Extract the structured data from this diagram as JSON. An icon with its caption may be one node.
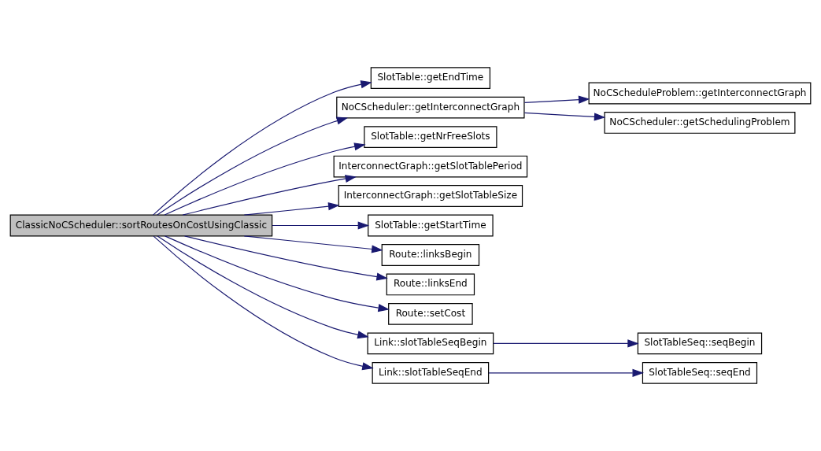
{
  "diagram": {
    "nodes": [
      {
        "text": [
          "ClassicNoCScheduler::sortRoutesOnCostUsingClassic"
        ]
      },
      {
        "text": [
          "SlotTable::getEndTime"
        ]
      },
      {
        "text": [
          "NoCScheduler::getInterconnectGraph"
        ]
      },
      {
        "text": [
          "SlotTable::getNrFreeSlots"
        ]
      },
      {
        "text": [
          "InterconnectGraph::getSlotTablePeriod"
        ]
      },
      {
        "text": [
          "InterconnectGraph::getSlotTableSize"
        ]
      },
      {
        "text": [
          "SlotTable::getStartTime"
        ]
      },
      {
        "text": [
          "Route::linksBegin"
        ]
      },
      {
        "text": [
          "Route::linksEnd"
        ]
      },
      {
        "text": [
          "Route::setCost"
        ]
      },
      {
        "text": [
          "Link::slotTableSeqBegin"
        ]
      },
      {
        "text": [
          "Link::slotTableSeqEnd"
        ]
      },
      {
        "text": [
          "NoCScheduleProblem::getInterconnectGraph"
        ]
      },
      {
        "text": [
          "NoCScheduler::getSchedulingProblem"
        ]
      },
      {
        "text": [
          "SlotTableSeq::seqBegin"
        ]
      },
      {
        "text": [
          "SlotTableSeq::seqEnd"
        ]
      }
    ],
    "edges": [
      {
        "from": 0,
        "to": 1,
        "arrow": "to"
      },
      {
        "from": 0,
        "to": 2,
        "arrow": "to"
      },
      {
        "from": 0,
        "to": 3,
        "arrow": "to"
      },
      {
        "from": 0,
        "to": 4,
        "arrow": "to"
      },
      {
        "from": 0,
        "to": 5,
        "arrow": "to"
      },
      {
        "from": 0,
        "to": 6,
        "arrow": "to"
      },
      {
        "from": 0,
        "to": 7,
        "arrow": "to"
      },
      {
        "from": 0,
        "to": 8,
        "arrow": "to"
      },
      {
        "from": 0,
        "to": 9,
        "arrow": "to"
      },
      {
        "from": 0,
        "to": 10,
        "arrow": "to"
      },
      {
        "from": 0,
        "to": 11,
        "arrow": "to"
      },
      {
        "from": 2,
        "to": 12,
        "arrow": "to"
      },
      {
        "from": 2,
        "to": 13,
        "arrow": "to"
      },
      {
        "from": 10,
        "to": 14,
        "arrow": "to"
      },
      {
        "from": 11,
        "to": 15,
        "arrow": "to"
      }
    ]
  }
}
